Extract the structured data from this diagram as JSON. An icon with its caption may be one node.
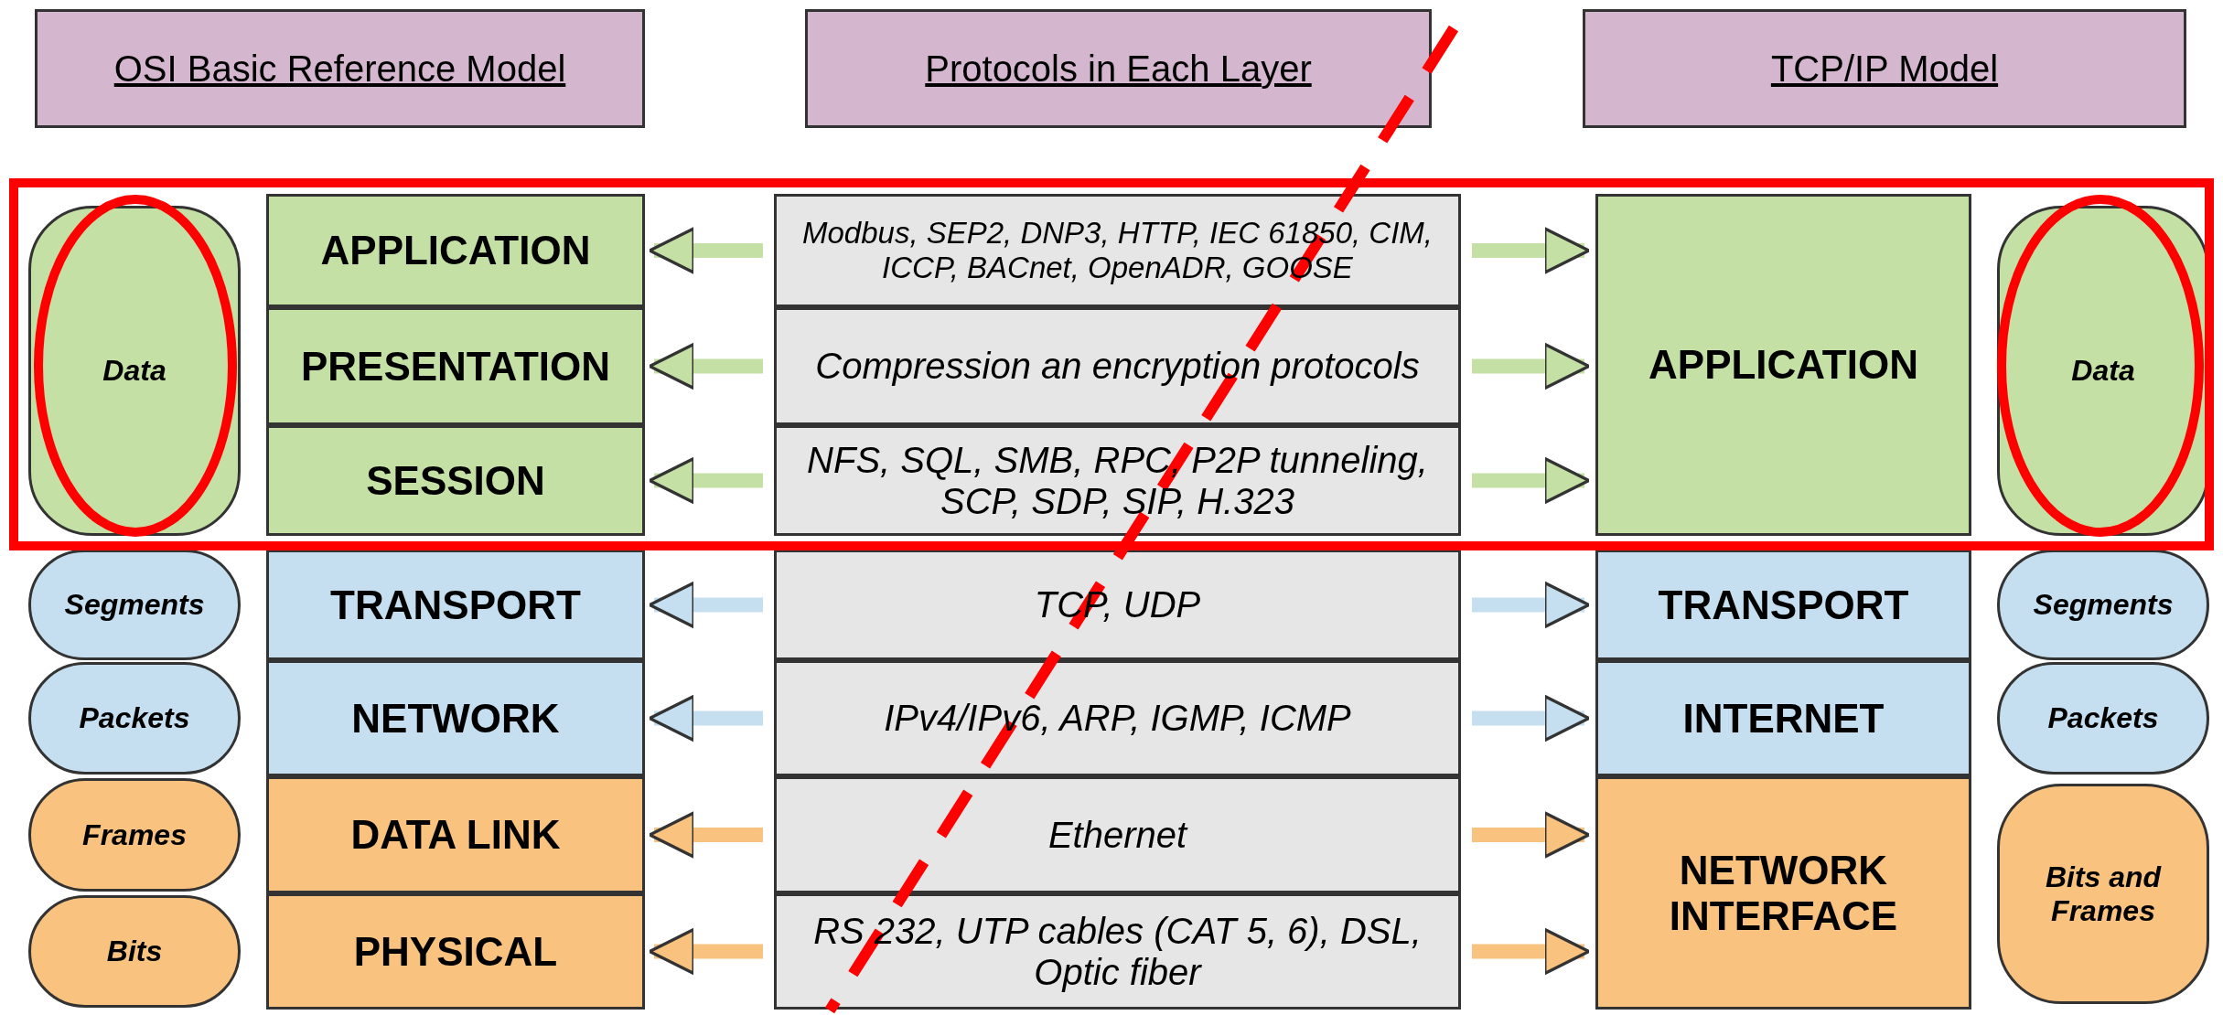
{
  "diagram": {
    "nodes": [
      {
        "text": [
          "OSI Basic Reference Model"
        ]
      },
      {
        "text": [
          "Protocols in Each Layer"
        ]
      },
      {
        "text": [
          "TCP/IP Model"
        ]
      },
      {
        "text": [
          "Data"
        ]
      },
      {
        "text": [
          "Segments"
        ]
      },
      {
        "text": [
          "Packets"
        ]
      },
      {
        "text": [
          "Frames"
        ]
      },
      {
        "text": [
          "Bits"
        ]
      },
      {
        "text": [
          "APPLICATION"
        ]
      },
      {
        "text": [
          "PRESENTATION"
        ]
      },
      {
        "text": [
          "SESSION"
        ]
      },
      {
        "text": [
          "TRANSPORT"
        ]
      },
      {
        "text": [
          "NETWORK"
        ]
      },
      {
        "text": [
          "DATA LINK"
        ]
      },
      {
        "text": [
          "PHYSICAL"
        ]
      },
      {
        "text": [
          "Modbus, SEP2, DNP3, HTTP, IEC 61850, CIM, ICCP, BACnet, OpenADR, GOOSE"
        ]
      },
      {
        "text": [
          "Compression an encryption protocols"
        ]
      },
      {
        "text": [
          "NFS, SQL, SMB, RPC, P2P tunneling, SCP, SDP, SIP, H.323"
        ]
      },
      {
        "text": [
          "TCP, UDP"
        ]
      },
      {
        "text": [
          "IPv4/IPv6, ARP, IGMP, ICMP"
        ]
      },
      {
        "text": [
          "Ethernet"
        ]
      },
      {
        "text": [
          "RS 232, UTP cables (CAT 5, 6), DSL, Optic fiber"
        ]
      },
      {
        "text": [
          "APPLICATION"
        ]
      },
      {
        "text": [
          "TRANSPORT"
        ]
      },
      {
        "text": [
          "INTERNET"
        ]
      },
      {
        "text": [
          "NETWORK INTERFACE"
        ]
      },
      {
        "text": [
          "Data"
        ]
      },
      {
        "text": [
          "Segments"
        ]
      },
      {
        "text": [
          "Packets"
        ]
      },
      {
        "text": [
          "Bits and Frames"
        ]
      }
    ],
    "edges": [
      {
        "from": 15,
        "to": 8,
        "arrow": "to"
      },
      {
        "from": 16,
        "to": 9,
        "arrow": "to"
      },
      {
        "from": 17,
        "to": 10,
        "arrow": "to"
      },
      {
        "from": 18,
        "to": 11,
        "arrow": "to",
        "color": "#c5dff0"
      },
      {
        "from": 19,
        "to": 12,
        "arrow": "to",
        "color": "#c5dff0"
      },
      {
        "from": 20,
        "to": 13,
        "arrow": "to",
        "color": "#f9c27e"
      },
      {
        "from": 21,
        "to": 14,
        "arrow": "to",
        "color": "#f9c27e"
      },
      {
        "from": 15,
        "to": 22,
        "arrow": "to"
      },
      {
        "from": 16,
        "to": 22,
        "arrow": "to"
      },
      {
        "from": 17,
        "to": 22,
        "arrow": "to"
      },
      {
        "from": 18,
        "to": 23,
        "arrow": "to",
        "color": "#c5dff0"
      },
      {
        "from": 19,
        "to": 24,
        "arrow": "to",
        "color": "#c5dff0"
      },
      {
        "from": 20,
        "to": 25,
        "arrow": "to",
        "color": "#f9c27e"
      },
      {
        "from": 21,
        "to": 25,
        "arrow": "to",
        "color": "#f9c27e"
      }
    ]
  }
}
